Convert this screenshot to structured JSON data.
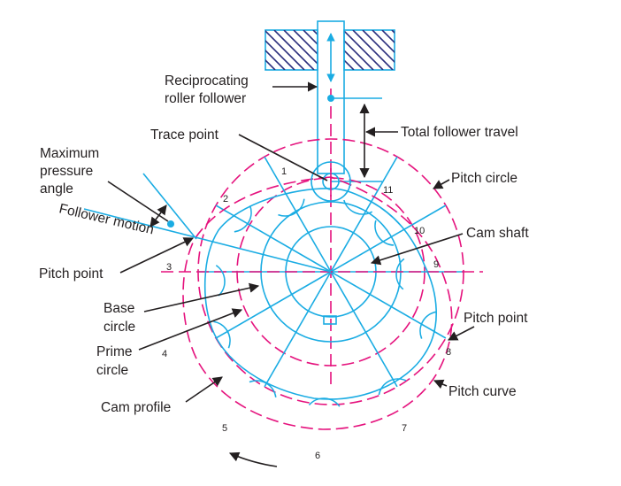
{
  "title": "Cam profile construction with reciprocating roller follower",
  "colors": {
    "construction": "#1aace3",
    "pitch": "#e5127d",
    "hatch": "#2a2e7d",
    "text": "#231f20"
  },
  "labels": {
    "follower": [
      "Reciprocating",
      "roller follower"
    ],
    "trace_point": "Trace point",
    "total_travel": "Total follower travel",
    "max_pressure": [
      "Maximum",
      "pressure",
      "angle"
    ],
    "follower_motion": "Follower motion",
    "pitch_circle": "Pitch circle",
    "cam_shaft": "Cam shaft",
    "pitch_point_left": "Pitch point",
    "pitch_point_right": "Pitch point",
    "base_circle": [
      "Base",
      "circle"
    ],
    "prime_circle": [
      "Prime",
      "circle"
    ],
    "cam_profile": "Cam profile",
    "pitch_curve": "Pitch curve"
  },
  "division_numbers": [
    "1",
    "2",
    "3",
    "4",
    "5",
    "6",
    "7",
    "8",
    "9",
    "10",
    "11"
  ],
  "icons": {
    "rotation": "rotation-arrow-icon",
    "follower_motion_arrow": "double-arrow-icon"
  }
}
